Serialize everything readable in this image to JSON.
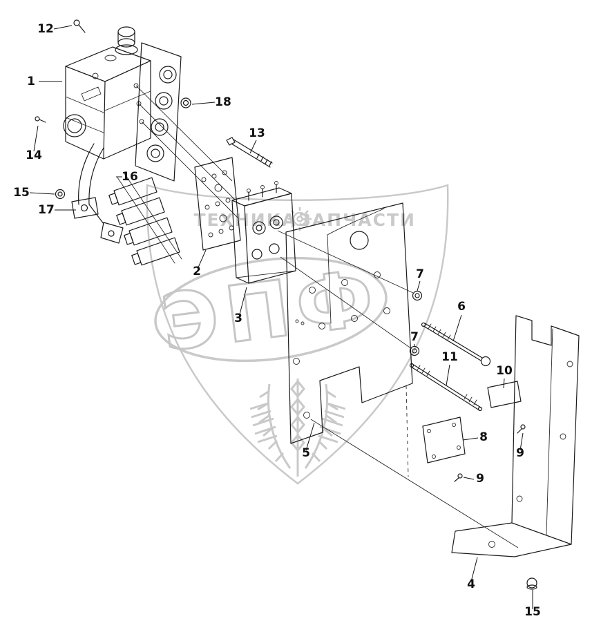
{
  "figure": {
    "type": "exploded-parts-diagram",
    "description": "Exploded view of a control valve unit with gasket, manifold block, mounting plate and bent sheet-metal bracket, with numbered callouts",
    "line_color": "#1a1a1a",
    "background": "#ffffff"
  },
  "watermark": {
    "brand": "ЭПФ",
    "word_left": "ТЕХНИКА",
    "word_right": "ЗАПЧАСТИ",
    "color": "#c9c9c9"
  },
  "labels": {
    "l1": {
      "text": "1"
    },
    "l2": {
      "text": "2"
    },
    "l3": {
      "text": "3"
    },
    "l4": {
      "text": "4"
    },
    "l5": {
      "text": "5"
    },
    "l6": {
      "text": "6"
    },
    "l7a": {
      "text": "7"
    },
    "l7b": {
      "text": "7"
    },
    "l8": {
      "text": "8"
    },
    "l9a": {
      "text": "9"
    },
    "l9b": {
      "text": "9"
    },
    "l10": {
      "text": "10"
    },
    "l11": {
      "text": "11"
    },
    "l12": {
      "text": "12"
    },
    "l13": {
      "text": "13"
    },
    "l14": {
      "text": "14"
    },
    "l15a": {
      "text": "15"
    },
    "l15b": {
      "text": "15"
    },
    "l16": {
      "text": "16"
    },
    "l17": {
      "text": "17"
    },
    "l18": {
      "text": "18"
    }
  }
}
